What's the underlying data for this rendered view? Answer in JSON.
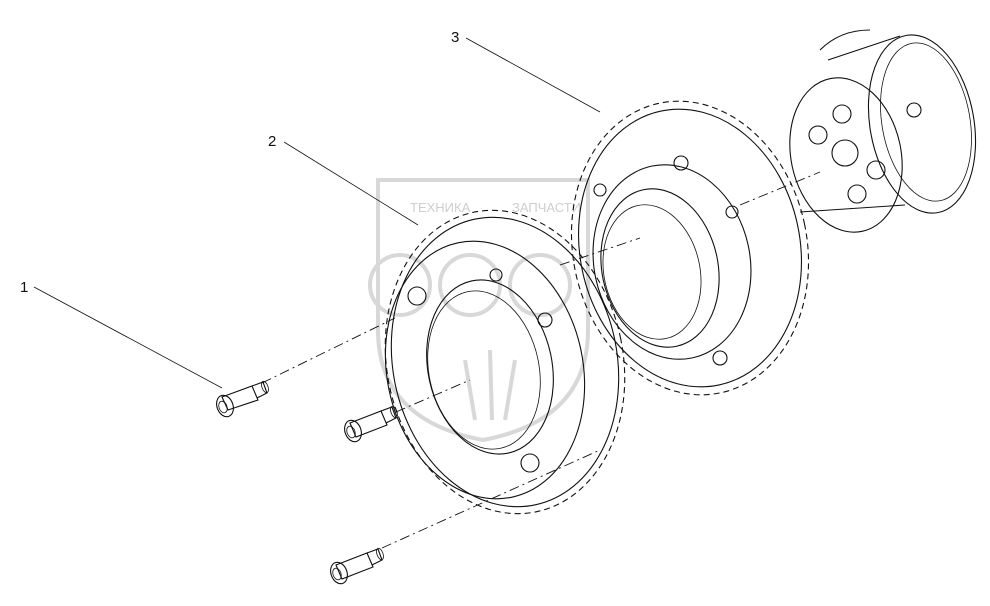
{
  "callouts": [
    {
      "number": "1"
    },
    {
      "number": "2"
    },
    {
      "number": "3"
    }
  ],
  "watermark": {
    "text_left": "ТЕХНИКА",
    "text_right": "ЗАПЧАСТИ"
  },
  "colors": {
    "line": "#111111",
    "watermark": "#d4d4d4",
    "background": "#ffffff"
  }
}
